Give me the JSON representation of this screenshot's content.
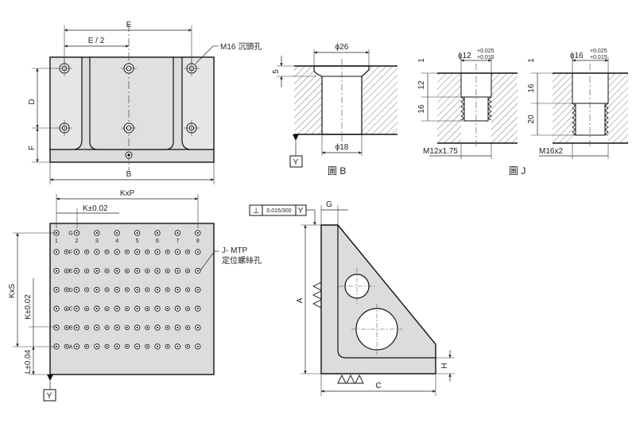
{
  "topview": {
    "dim_E": "E",
    "dim_E_half": "E / 2",
    "dim_B": "B",
    "dim_D": "D",
    "dim_F": "F",
    "callout_countersink": "M16 沉頭孔"
  },
  "figB": {
    "dim_dia26": "ϕ26",
    "dim_5": "5",
    "dim_dia18": "ϕ18",
    "datum_Y": "Y",
    "caption": "圖 B"
  },
  "figJ": {
    "left": {
      "dim_top": "1",
      "dim_12": "12",
      "dim_16": "16",
      "dia": "ϕ12",
      "tol_upper": "+0.025",
      "tol_lower": "+0.015",
      "thread": "M12x1.75"
    },
    "right": {
      "dim_top": "1",
      "dim_16": "16",
      "dim_20": "20",
      "dia": "ϕ16",
      "tol_upper": "+0.025",
      "tol_lower": "+0.015",
      "thread": "M16x2"
    },
    "caption": "圖 J"
  },
  "grid": {
    "dim_KxP": "KxP",
    "dim_K": "K±0.02",
    "dim_KxS": "KxS",
    "dim_K_vert": "K±0.02",
    "dim_L": "L±0.04",
    "datum_Y": "Y",
    "callout_line1": "J- MTP",
    "callout_line2": "定位螺絲孔",
    "col_labels": [
      "1",
      "2",
      "3",
      "4",
      "5",
      "6",
      "7",
      "8"
    ],
    "row_labels": [
      "G",
      "F",
      "E",
      "D",
      "C",
      "B",
      "A"
    ]
  },
  "angle": {
    "tolerance_symbol": "⊥",
    "tolerance_value": "0.015/300",
    "tolerance_datum": "Y",
    "dim_G": "G",
    "dim_A": "A",
    "dim_H": "H",
    "dim_C": "C"
  }
}
